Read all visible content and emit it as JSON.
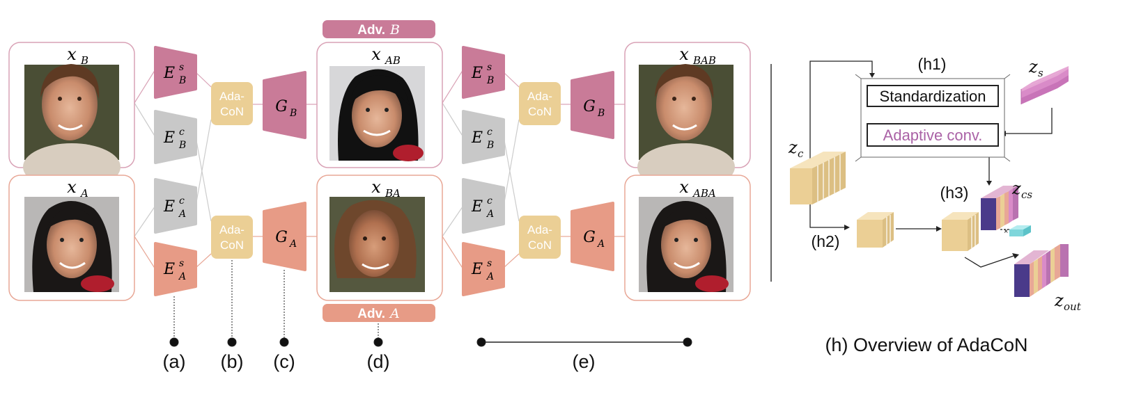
{
  "colors": {
    "pink": "#c97b98",
    "pink_frame": "#d9a2b6",
    "salmon": "#e79b86",
    "salmon_frame": "#e8a796",
    "gray": "#c8c8c8",
    "tan": "#ebcf95",
    "dark": "#222222",
    "purple": "#aa62a6"
  },
  "images": {
    "xB": {
      "label_base": "x",
      "label_sub": "B"
    },
    "xA": {
      "label_base": "x",
      "label_sub": "A"
    },
    "xAB": {
      "label_base": "x",
      "label_sub": "AB"
    },
    "xBA": {
      "label_base": "x",
      "label_sub": "BA"
    },
    "xBAB": {
      "label_base": "x",
      "label_sub": "BAB"
    },
    "xABA": {
      "label_base": "x",
      "label_sub": "ABA"
    }
  },
  "encoders": {
    "EBs_1": {
      "base": "E",
      "sub": "B",
      "sup": "s"
    },
    "EBc_1": {
      "base": "E",
      "sub": "B",
      "sup": "c"
    },
    "EAc_1": {
      "base": "E",
      "sub": "A",
      "sup": "c"
    },
    "EAs_1": {
      "base": "E",
      "sub": "A",
      "sup": "s"
    },
    "EBs_2": {
      "base": "E",
      "sub": "B",
      "sup": "s"
    },
    "EBc_2": {
      "base": "E",
      "sub": "B",
      "sup": "c"
    },
    "EAc_2": {
      "base": "E",
      "sub": "A",
      "sup": "c"
    },
    "EAs_2": {
      "base": "E",
      "sub": "A",
      "sup": "s"
    }
  },
  "adacon": {
    "line1": "Ada-",
    "line2": "CoN"
  },
  "generators": {
    "GB_1": {
      "base": "G",
      "sub": "B"
    },
    "GA_1": {
      "base": "G",
      "sub": "A"
    },
    "GB_2": {
      "base": "G",
      "sub": "B"
    },
    "GA_2": {
      "base": "G",
      "sub": "A"
    }
  },
  "adversarial": {
    "B": {
      "prefix": "Adv.",
      "var": "B"
    },
    "A": {
      "prefix": "Adv.",
      "var": "A"
    }
  },
  "markers": {
    "a": "(a)",
    "b": "(b)",
    "c": "(c)",
    "d": "(d)",
    "e": "(e)"
  },
  "overview": {
    "h1": "(h1)",
    "h2": "(h2)",
    "h3": "(h3)",
    "standardization": "Standardization",
    "adaptive_conv": "Adaptive conv.",
    "zs": {
      "base": "z",
      "sub": "s"
    },
    "zc": {
      "base": "z",
      "sub": "c"
    },
    "zcs": {
      "base": "z",
      "sub": "cs"
    },
    "zout": {
      "base": "z",
      "sub": "out"
    },
    "caption": "(h) Overview of AdaCoN"
  }
}
